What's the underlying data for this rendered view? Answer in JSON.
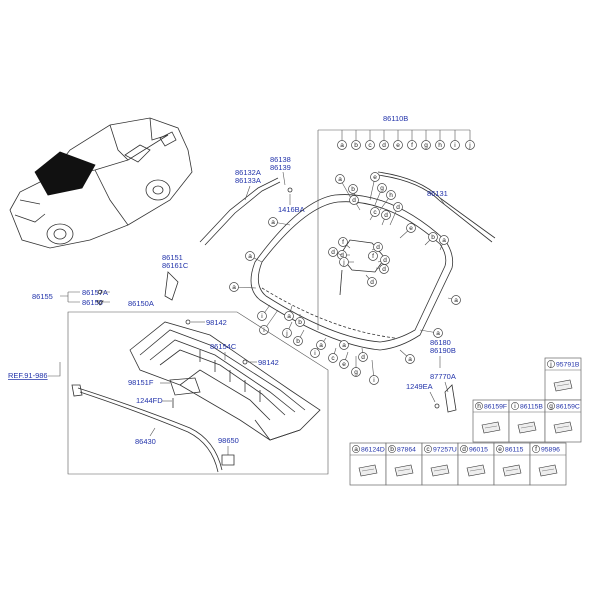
{
  "labels": {
    "l86110B": "86110B",
    "l86131": "86131",
    "l86138": "86138",
    "l86139": "86139",
    "l86132A": "86132A",
    "l86133A": "86133A",
    "l1416BA": "1416BA",
    "l86151": "86151",
    "l86161C": "86161C",
    "l86155": "86155",
    "l86157A": "86157A",
    "l86156": "86156",
    "l86150A": "86150A",
    "l98142a": "98142",
    "l98142b": "98142",
    "l86154C": "86154C",
    "lREF": "REF.91-986",
    "l98151F": "98151F",
    "l1244FD": "1244FD",
    "l86430": "86430",
    "l98650": "98650",
    "l86180": "86180",
    "l86190B": "86190B",
    "l87770A": "87770A",
    "l1249EA": "1249EA"
  },
  "callouts_top": [
    "a",
    "b",
    "c",
    "d",
    "e",
    "f",
    "g",
    "h",
    "i",
    "j"
  ],
  "legend": [
    {
      "letter": "j",
      "part": "95791B"
    },
    {
      "letter": "h",
      "part": "86159F"
    },
    {
      "letter": "i",
      "part": "86115B"
    },
    {
      "letter": "g",
      "part": "86159C"
    },
    {
      "letter": "a",
      "part": "86124D"
    },
    {
      "letter": "b",
      "part": "87864"
    },
    {
      "letter": "c",
      "part": "97257U"
    },
    {
      "letter": "d",
      "part": "96015"
    },
    {
      "letter": "e",
      "part": "86115"
    },
    {
      "letter": "f",
      "part": "95896"
    }
  ],
  "colors": {
    "label": "#2233aa",
    "line": "#555555"
  }
}
